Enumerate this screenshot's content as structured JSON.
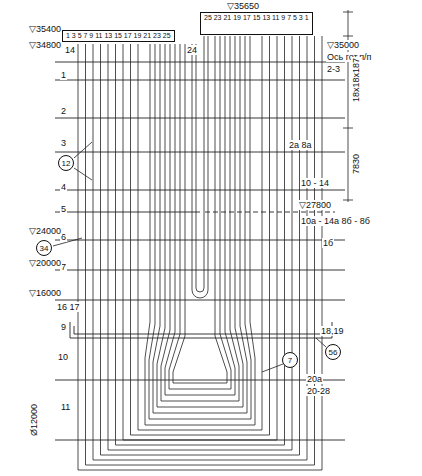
{
  "diagram": {
    "nodes": [
      {
        "text": [
          "1 3 5 7 9 11 13 15 17 19 21 23 25"
        ]
      },
      {
        "text": [
          "25 23 21 19 17 15 13 11 9 7 5 3 1"
        ]
      },
      {
        "text": [
          "12"
        ]
      },
      {
        "text": [
          "34"
        ]
      },
      {
        "text": [
          "56"
        ]
      },
      {
        "text": [
          "7"
        ]
      }
    ],
    "labels": [
      "▽35650",
      "▽35400",
      "▽34800",
      "14",
      "24",
      "▽35000",
      "Ось гот.п/п",
      "2-3",
      "1",
      "2",
      "3",
      "4",
      "5",
      "6",
      "7",
      "16 17",
      "9",
      "10",
      "11",
      "▽24000",
      "▽20000",
      "▽16000",
      "Ø12000",
      "2а 8а",
      "10 - 14",
      "▽27800",
      "10а - 14а 8б - 8б",
      "1б",
      "18,19",
      "20а",
      "20-28",
      "18х18х187",
      "7830"
    ]
  }
}
